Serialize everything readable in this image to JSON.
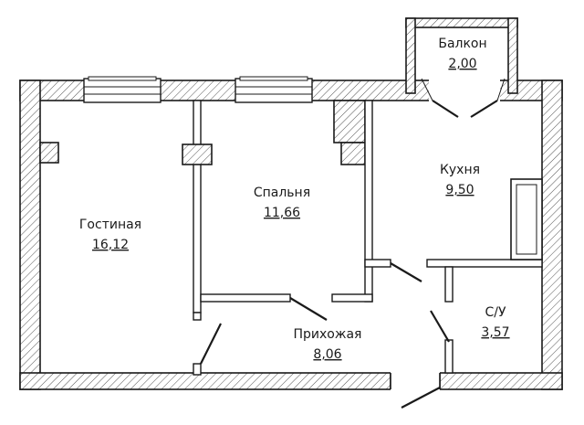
{
  "rooms": {
    "living": {
      "name": "Гостиная",
      "area": "16,12"
    },
    "bedroom": {
      "name": "Спальня",
      "area": "11,66"
    },
    "kitchen": {
      "name": "Кухня",
      "area": "9,50"
    },
    "hallway": {
      "name": "Прихожая",
      "area": "8,06"
    },
    "bathroom": {
      "name": "С/У",
      "area": "3,57"
    },
    "balcony": {
      "name": "Балкон",
      "area": "2,00"
    }
  }
}
